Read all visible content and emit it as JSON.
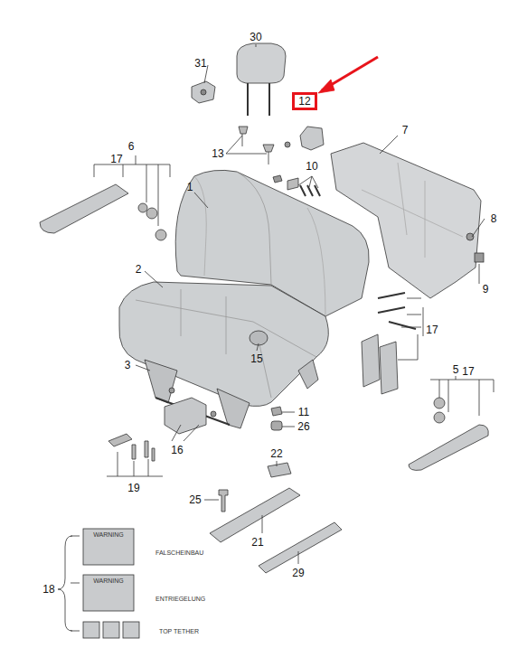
{
  "diagram": {
    "nodes": [
      {
        "text": [
          "12"
        ]
      }
    ],
    "labels": [
      "30",
      "31",
      "6",
      "17",
      "13",
      "10",
      "7",
      "8",
      "9",
      "1",
      "2",
      "17",
      "15",
      "3",
      "5",
      "17",
      "11",
      "26",
      "16",
      "22",
      "19",
      "25",
      "21",
      "29",
      "18",
      "WARNING",
      "FALSCHEINBAU",
      "WARNING",
      "ENTRIEGELUNG",
      "TOP TETHER"
    ]
  }
}
